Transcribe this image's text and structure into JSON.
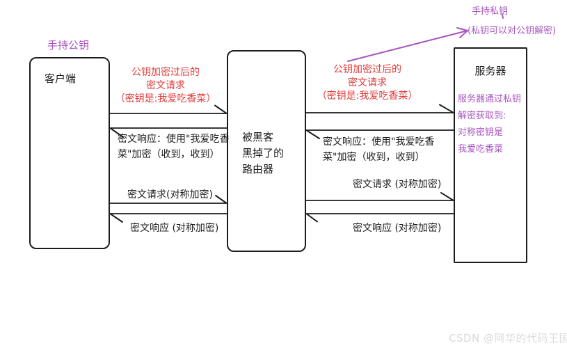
{
  "colors": {
    "ink": "#1c1c1c",
    "red": "#e23c3c",
    "purple": "#a855c0",
    "wm": "#d9d9d9"
  },
  "annotations": {
    "client_key": "手持公钥",
    "server_key": "手持私钥",
    "server_key_note": "(私钥可以对公钥解密)"
  },
  "nodes": {
    "client": {
      "label": "客户端"
    },
    "router": {
      "lines": [
        "被黑客",
        "黑掉了的",
        "路由器"
      ]
    },
    "server": {
      "label": "服务器",
      "note_lines": [
        "服务器通过私钥",
        "解密获取到:",
        "对称密钥是",
        "我爱吃香菜"
      ]
    }
  },
  "messages": {
    "left": {
      "request1_lines": [
        "公钥加密过后的",
        "密文请求",
        "（密钥是:我爱吃香菜）"
      ],
      "response1_lines": [
        "密文响应：使用\"我爱吃香",
        "菜\"加密（收到，收到）"
      ],
      "request2": "密文请求(对称加密)",
      "response2": "密文响应 (对称加密)"
    },
    "right": {
      "request1_lines": [
        "公钥加密过后的",
        "密文请求",
        "（密钥是:我爱吃香菜）"
      ],
      "response1_lines": [
        "密文响应：使用\"我爱吃香",
        "菜\"加密（收到，收到）"
      ],
      "request2": "密文请求 (对称加密)",
      "response2": "密文响应 (对称加密)"
    }
  },
  "watermark": "CSDN @阿华的代码王国"
}
